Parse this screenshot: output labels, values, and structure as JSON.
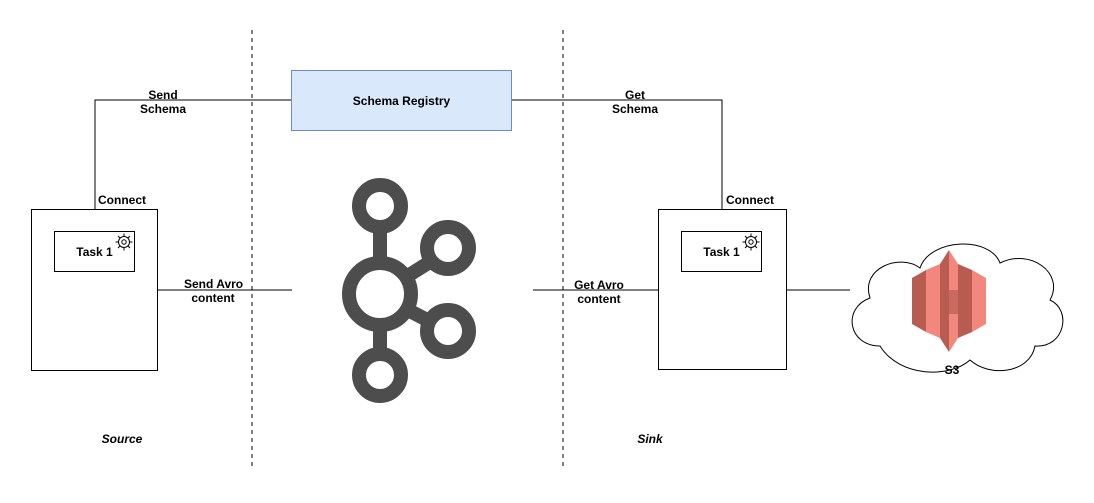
{
  "registry": {
    "label": "Schema Registry"
  },
  "source": {
    "connect_label": "Connect",
    "task_label": "Task 1",
    "send_schema_line1": "Send",
    "send_schema_line2": "Schema",
    "send_content_line1": "Send Avro",
    "send_content_line2": "content",
    "zone_label": "Source"
  },
  "sink": {
    "connect_label": "Connect",
    "task_label": "Task 1",
    "get_schema_line1": "Get",
    "get_schema_line2": "Schema",
    "get_content_line1": "Get Avro",
    "get_content_line2": "content",
    "zone_label": "Sink"
  },
  "storage": {
    "label": "S3"
  },
  "icons": {
    "broker": "kafka-logo-icon",
    "gear": "gear-icon",
    "storage": "aws-s3-bucket-icon"
  },
  "colors": {
    "registry_fill": "#dae8fc",
    "registry_border": "#6c8ebf",
    "kafka": "#4d4d4d",
    "s3_light": "#f2887d",
    "s3_dark": "#b85c52"
  }
}
